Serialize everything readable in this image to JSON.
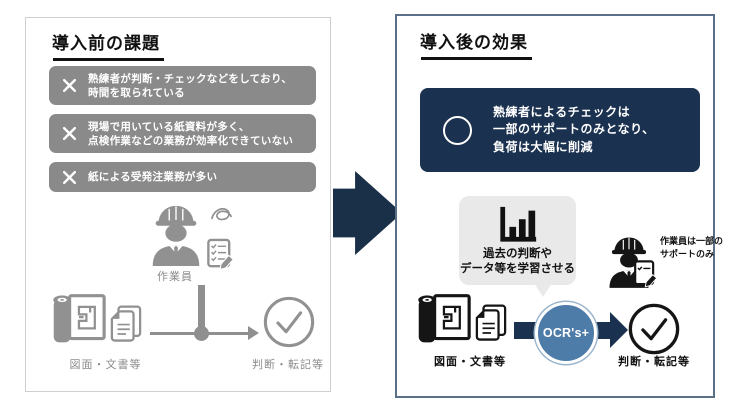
{
  "diagram": {
    "before": {
      "title": "導入前の課題",
      "marker": "x-mark",
      "issues": [
        {
          "lines": [
            "熟練者が判断・チェックなどをしており、",
            "時間を取られている"
          ]
        },
        {
          "lines": [
            "現場で用いている紙資料が多く、",
            "点検作業などの業務が効率化できていない"
          ]
        },
        {
          "lines": [
            "紙による受発注業務が多い"
          ]
        }
      ],
      "worker_label": "作業員",
      "flow": {
        "input_label": "図面・文書等",
        "output_label": "判断・転記等"
      }
    },
    "after": {
      "title": "導入後の効果",
      "marker": "circle-mark",
      "effect": {
        "lines": [
          "熟練者によるチェックは",
          "一部のサポートのみとなり、",
          "負荷は大幅に削減"
        ]
      },
      "learning_bubble": {
        "icon": "bar-chart-icon",
        "lines": [
          "過去の判断や",
          "データ等を学習させる"
        ]
      },
      "worker_note": {
        "lines": [
          "作業員は一部の",
          "サポートのみ"
        ]
      },
      "flow": {
        "input_label": "図面・文書等",
        "ocr_badge": "OCR's+",
        "output_label": "判断・転記等"
      }
    },
    "colors": {
      "navy": "#1b3150",
      "steel_blue": "#4e7ca8",
      "issue_gray": "#8a8a8a",
      "icon_gray": "#919191",
      "bubble_gray": "#e9e9e9",
      "right_panel_border": "#5a7086"
    }
  }
}
